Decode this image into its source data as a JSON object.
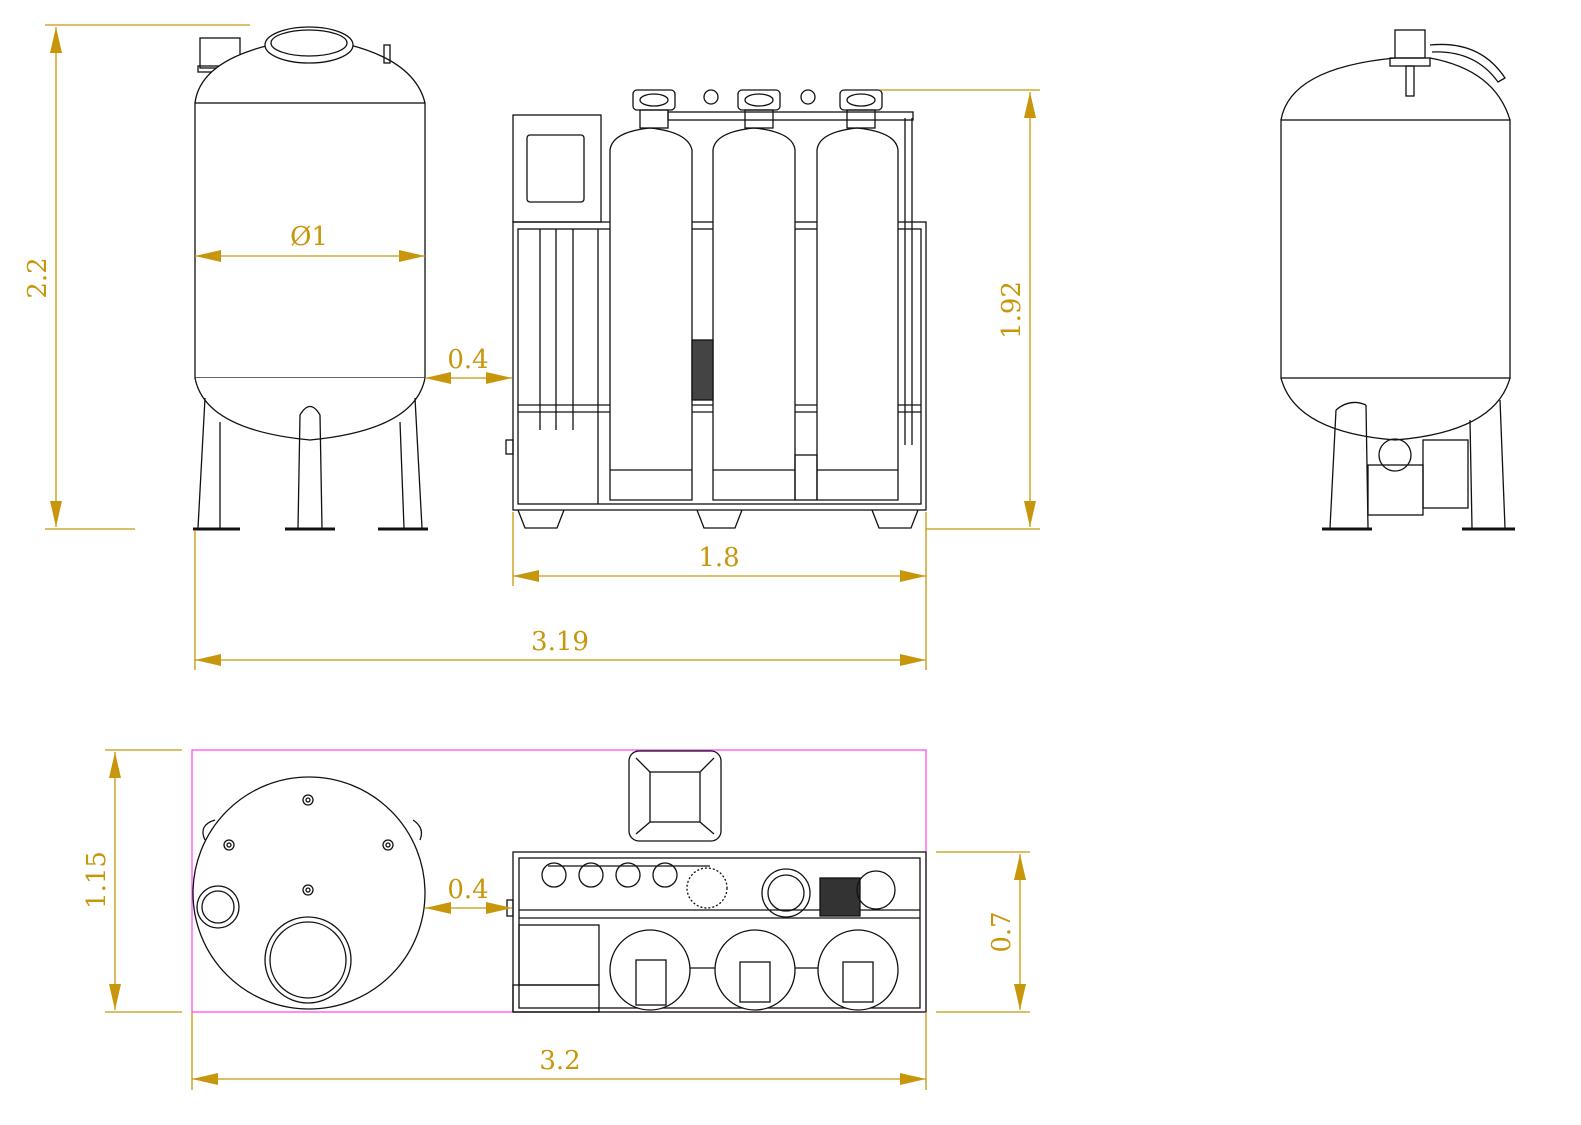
{
  "drawing": {
    "dimensions": {
      "tank_height": "2.2",
      "tank_diameter": "Ø1",
      "gap_front": "0.4",
      "unit_height": "1.92",
      "unit_width": "1.8",
      "overall_length_front": "3.19",
      "overall_depth_top": "1.15",
      "gap_top": "0.4",
      "unit_depth": "0.7",
      "overall_length_top": "3.2"
    },
    "colors": {
      "dimension": "#c8960a",
      "outline": "#111111",
      "boundary": "#ff40ff"
    }
  }
}
